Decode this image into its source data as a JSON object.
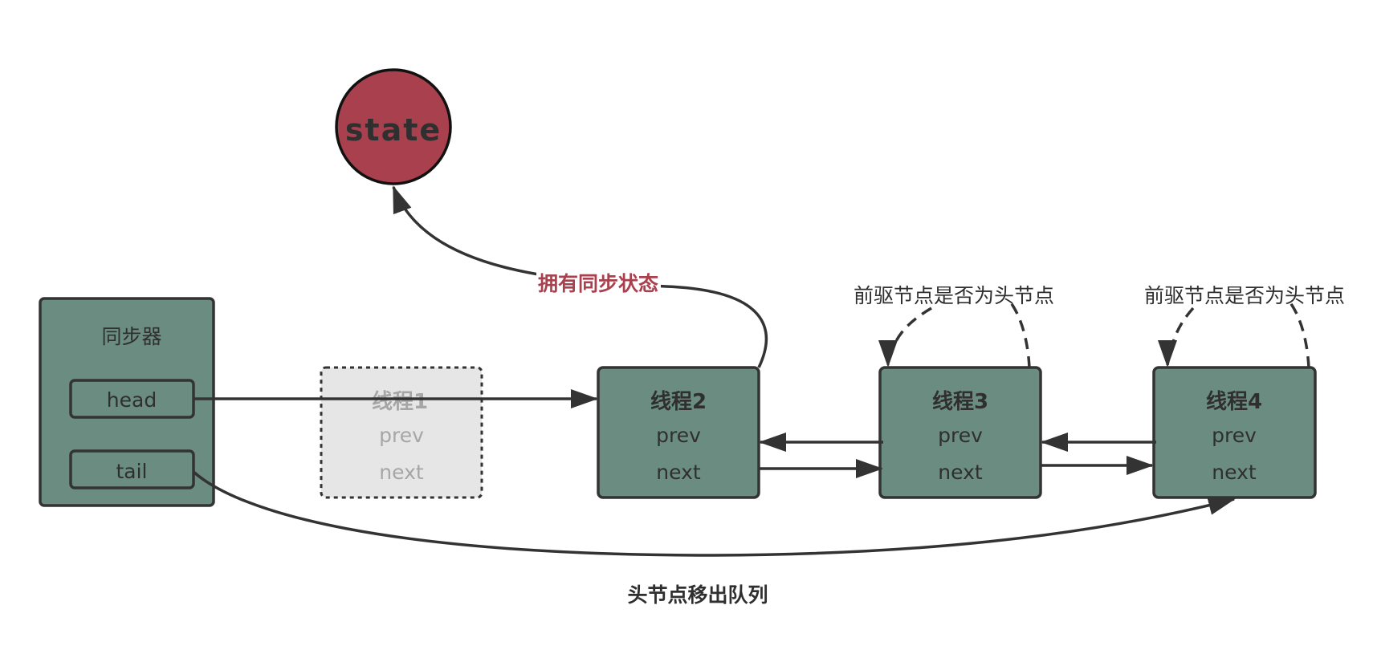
{
  "diagram": {
    "state_label": "state",
    "synchronizer": {
      "title": "同步器",
      "head_label": "head",
      "tail_label": "tail"
    },
    "nodes": [
      {
        "title": "线程1",
        "prev": "prev",
        "next": "next",
        "removed": true
      },
      {
        "title": "线程2",
        "prev": "prev",
        "next": "next",
        "removed": false
      },
      {
        "title": "线程3",
        "prev": "prev",
        "next": "next",
        "removed": false
      },
      {
        "title": "线程4",
        "prev": "prev",
        "next": "next",
        "removed": false
      }
    ],
    "own_state_label": "拥有同步状态",
    "check_prev_label_1": "前驱节点是否为头节点",
    "check_prev_label_2": "前驱节点是否为头节点",
    "caption": "头节点移出队列"
  },
  "colors": {
    "node_fill": "#6b8c80",
    "node_stroke": "#333333",
    "state_fill": "#a8404e",
    "removed_fill": "#e6e6e6",
    "removed_text": "#a6a6a6",
    "own_state_text": "#a8404e",
    "line": "#333333"
  }
}
